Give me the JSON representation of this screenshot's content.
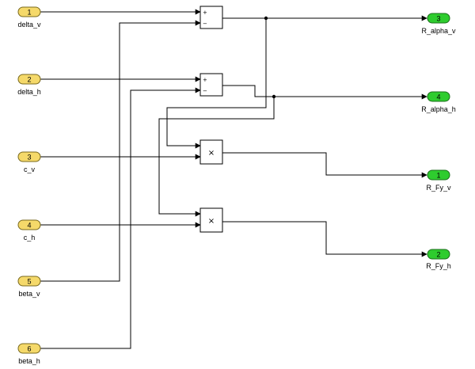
{
  "inports": [
    {
      "number": "1",
      "label": "delta_v"
    },
    {
      "number": "2",
      "label": "delta_h"
    },
    {
      "number": "3",
      "label": "c_v"
    },
    {
      "number": "4",
      "label": "c_h"
    },
    {
      "number": "5",
      "label": "beta_v"
    },
    {
      "number": "6",
      "label": "beta_h"
    }
  ],
  "outports": [
    {
      "number": "3",
      "label": "R_alpha_v"
    },
    {
      "number": "4",
      "label": "R_alpha_h"
    },
    {
      "number": "1",
      "label": "R_Fy_v"
    },
    {
      "number": "2",
      "label": "R_Fy_h"
    }
  ],
  "sum_blocks": [
    {
      "plus": "+",
      "minus": "−"
    },
    {
      "plus": "+",
      "minus": "−"
    }
  ],
  "product_blocks": [
    {
      "symbol": "×"
    },
    {
      "symbol": "×"
    }
  ],
  "colors": {
    "inport_fill": "#f5d96a",
    "outport_fill": "#2ecc2e"
  }
}
